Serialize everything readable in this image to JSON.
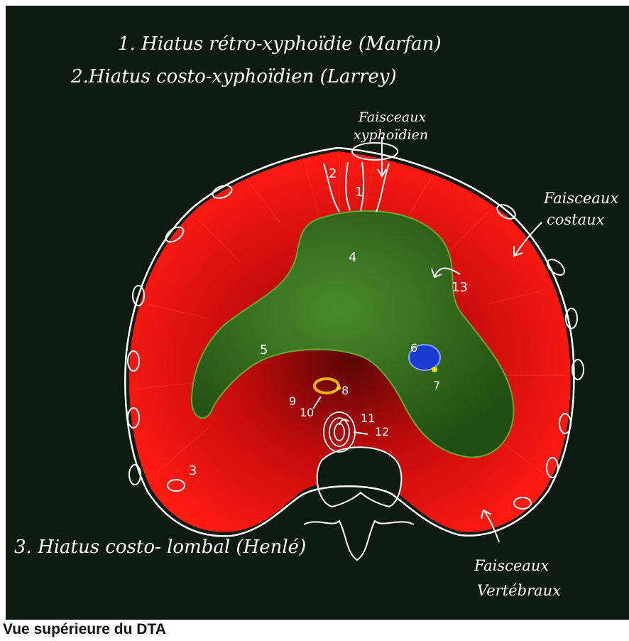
{
  "labels": {
    "hiatus1": "1. Hiatus rétro-xyphoïdie (Marfan)",
    "hiatus2": "2.Hiatus costo-xyphoïdien (Larrey)",
    "hiatus3": "3. Hiatus costo- lombal (Henlé)",
    "faisceaux_xyphoidien_line1": "Faisceaux",
    "faisceaux_xyphoidien_line2": "xyphoïdien",
    "faisceaux_costaux_line1": "Faisceaux",
    "faisceaux_costaux_line2": "costaux",
    "faisceaux_vertebraux_line1": "Faisceaux",
    "faisceaux_vertebraux_line2": "Vertébraux"
  },
  "numbers": {
    "n1": "1",
    "n2": "2",
    "n3": "3",
    "n4": "4",
    "n5": "5",
    "n6": "6",
    "n7": "7",
    "n8": "8",
    "n9": "9",
    "n10": "10",
    "n11": "11",
    "n12": "12",
    "n13": "13"
  },
  "caption": "Vue supérieure du DTA",
  "colors": {
    "background": "#0c1a0f",
    "muscle": "#d40d0d",
    "tendon": "#2f6a1c",
    "outline": "#ffffff",
    "esophagus": "#1a3bd1",
    "aorta_ring": "#e8b400"
  }
}
